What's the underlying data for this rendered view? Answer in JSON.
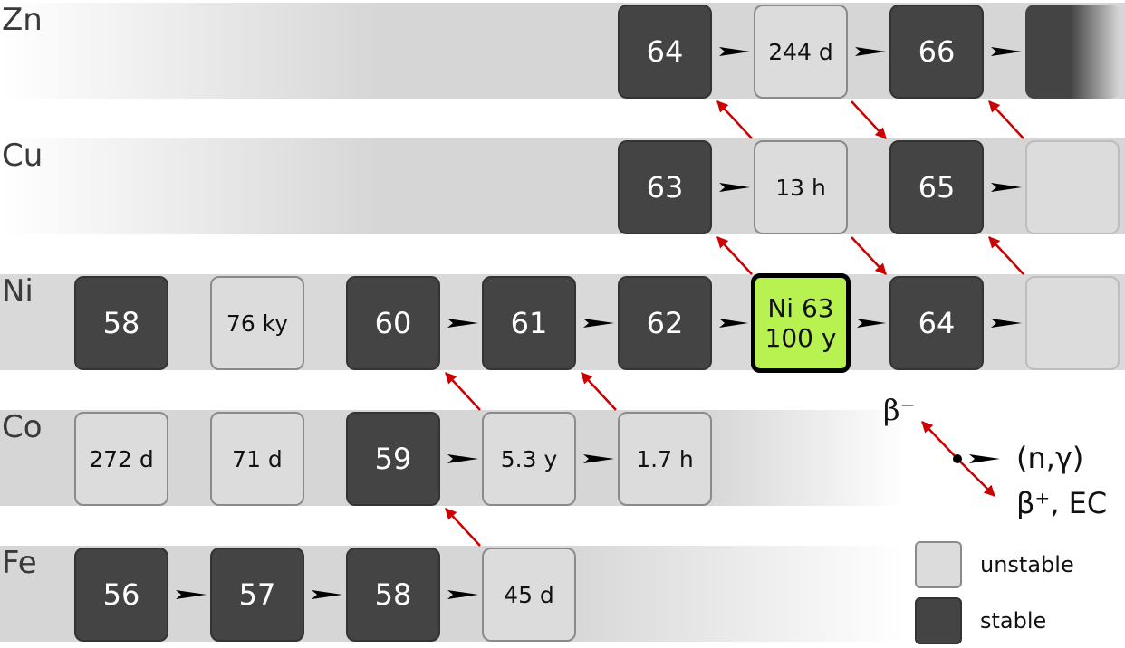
{
  "rows": {
    "zn": {
      "label": "Zn"
    },
    "cu": {
      "label": "Cu"
    },
    "ni": {
      "label": "Ni"
    },
    "co": {
      "label": "Co"
    },
    "fe": {
      "label": "Fe"
    }
  },
  "cells": {
    "zn": [
      "64",
      "244 d",
      "66",
      ""
    ],
    "cu": [
      "63",
      "13 h",
      "65",
      ""
    ],
    "ni": [
      "58",
      "76 ky",
      "60",
      "61",
      "62",
      "64",
      ""
    ],
    "ni63": {
      "line1": "Ni 63",
      "line2": "100 y"
    },
    "co": [
      "272 d",
      "71 d",
      "59",
      "5.3 y",
      "1.7 h"
    ],
    "fe": [
      "56",
      "57",
      "58",
      "45 d"
    ]
  },
  "legend": {
    "beta_minus": "β⁻",
    "n_gamma": "(n,γ)",
    "beta_plus": "β⁺, EC",
    "unstable": "unstable",
    "stable": "stable"
  },
  "colors": {
    "stable": "#444444",
    "unstable": "#dcdcdc",
    "highlight": "#b8f251",
    "decay_arrow": "#cc0000",
    "capture_arrow": "#000000"
  }
}
